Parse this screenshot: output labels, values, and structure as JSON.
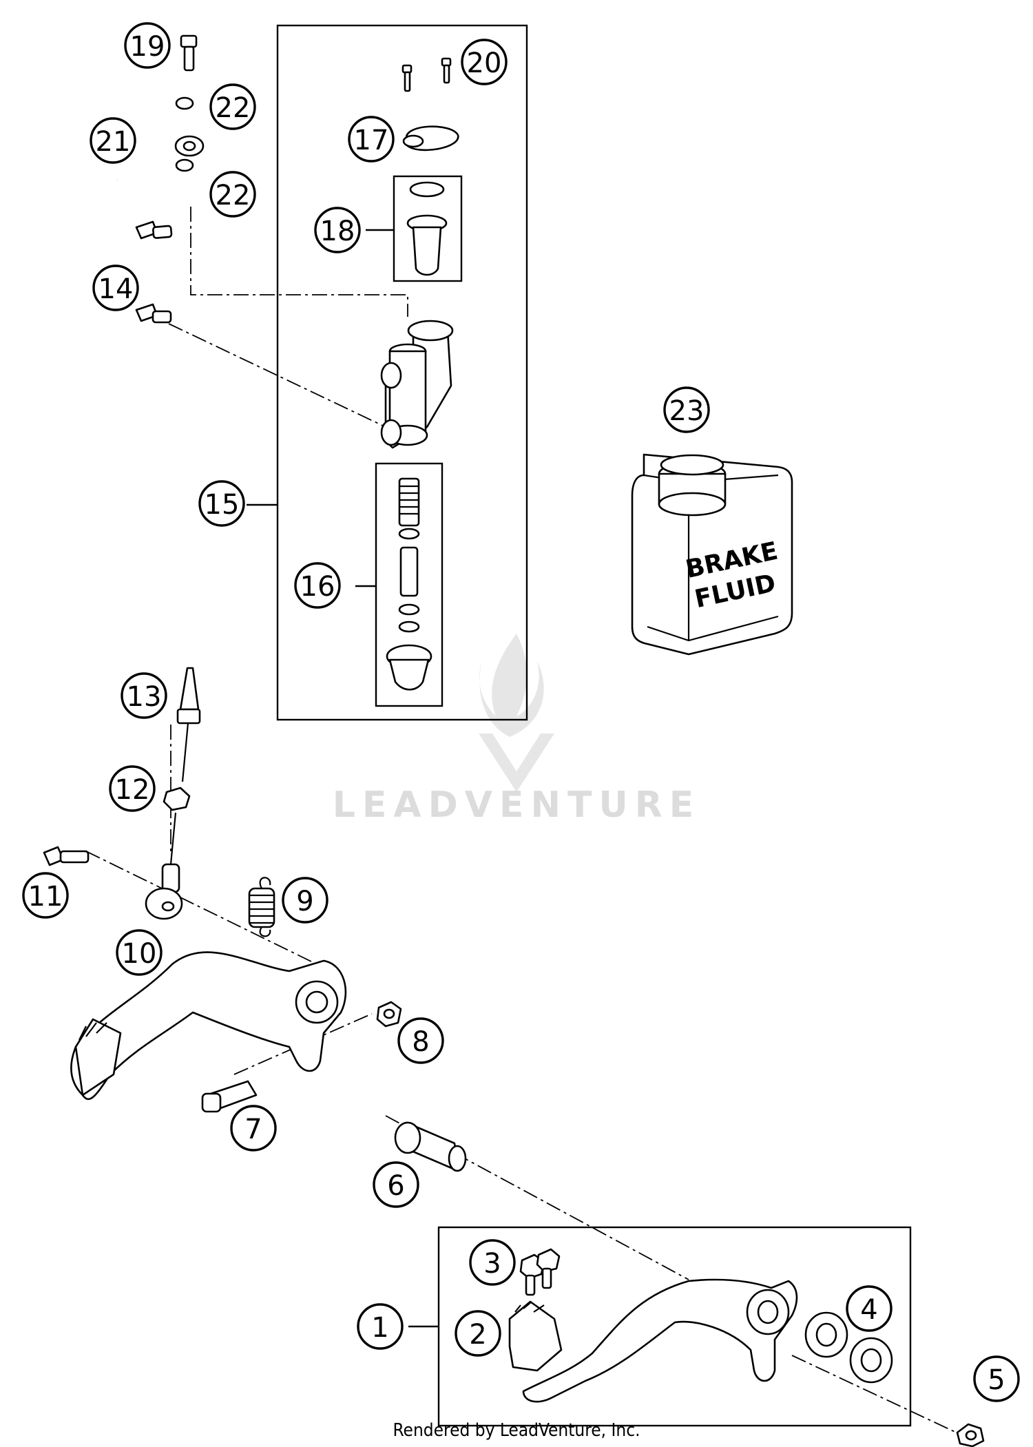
{
  "watermark": {
    "text": "LEADVENTURE"
  },
  "container_label": {
    "line1": "BRAKE",
    "line2": "FLUID"
  },
  "footer": {
    "credit": "Rendered by LeadVenture, Inc."
  },
  "callouts": [
    {
      "id": "c1",
      "label": "1"
    },
    {
      "id": "c2",
      "label": "2"
    },
    {
      "id": "c3",
      "label": "3"
    },
    {
      "id": "c4",
      "label": "4"
    },
    {
      "id": "c5",
      "label": "5"
    },
    {
      "id": "c6",
      "label": "6"
    },
    {
      "id": "c7",
      "label": "7"
    },
    {
      "id": "c8",
      "label": "8"
    },
    {
      "id": "c9",
      "label": "9"
    },
    {
      "id": "c10",
      "label": "10"
    },
    {
      "id": "c11",
      "label": "11"
    },
    {
      "id": "c12",
      "label": "12"
    },
    {
      "id": "c13",
      "label": "13"
    },
    {
      "id": "c14",
      "label": "14"
    },
    {
      "id": "c15",
      "label": "15"
    },
    {
      "id": "c16",
      "label": "16"
    },
    {
      "id": "c17",
      "label": "17"
    },
    {
      "id": "c18",
      "label": "18"
    },
    {
      "id": "c19",
      "label": "19"
    },
    {
      "id": "c20",
      "label": "20"
    },
    {
      "id": "c21",
      "label": "21"
    },
    {
      "id": "c22a",
      "label": "22"
    },
    {
      "id": "c22b",
      "label": "22"
    },
    {
      "id": "c23",
      "label": "23"
    }
  ]
}
